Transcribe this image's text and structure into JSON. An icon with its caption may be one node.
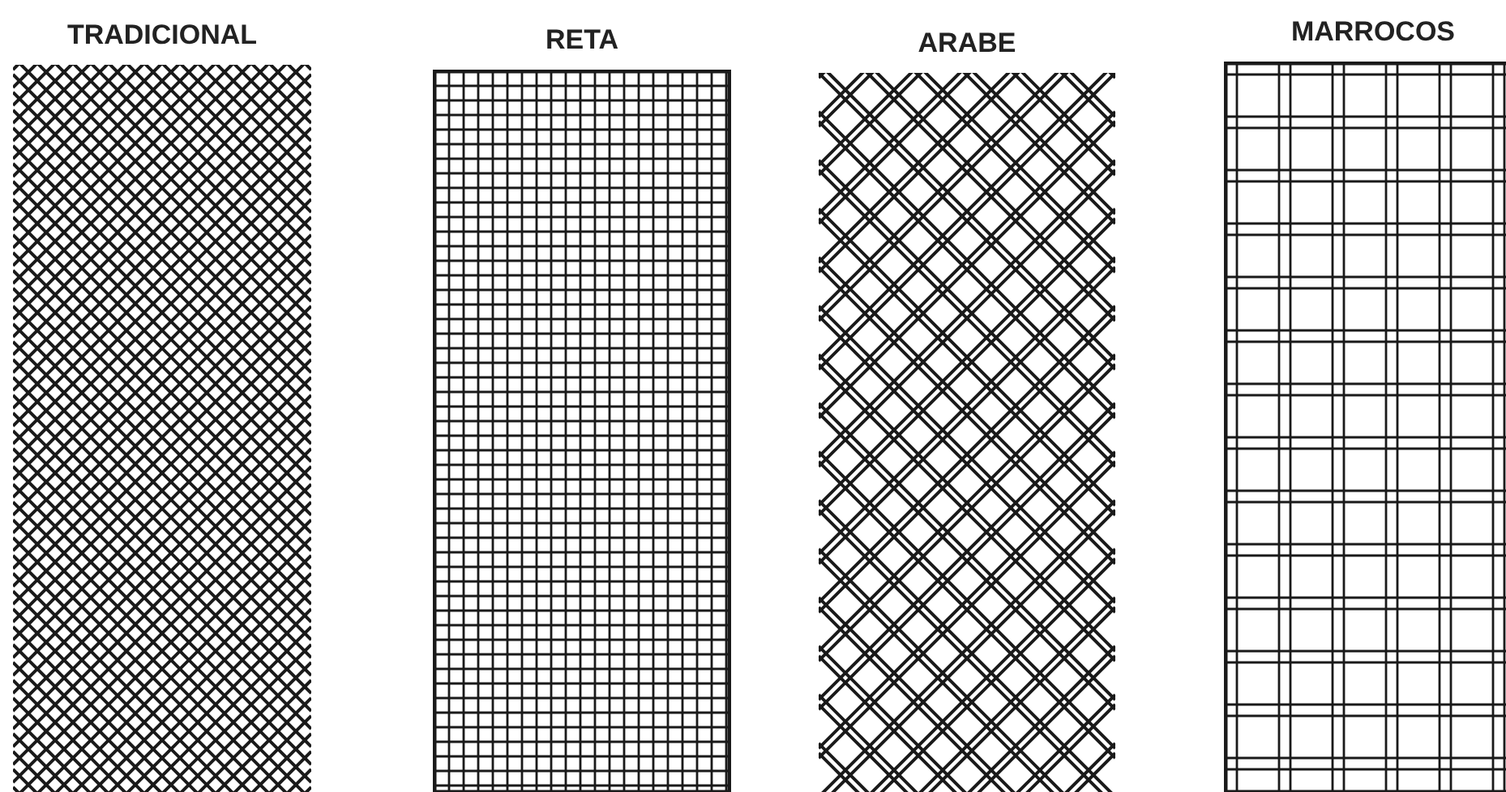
{
  "diagram": {
    "nodes": [
      {
        "text": [
          "TRADICIONAL"
        ]
      },
      {
        "text": [
          "RETA"
        ]
      },
      {
        "text": [
          "ARABE"
        ]
      },
      {
        "text": [
          "MARROCOS"
        ]
      }
    ]
  }
}
